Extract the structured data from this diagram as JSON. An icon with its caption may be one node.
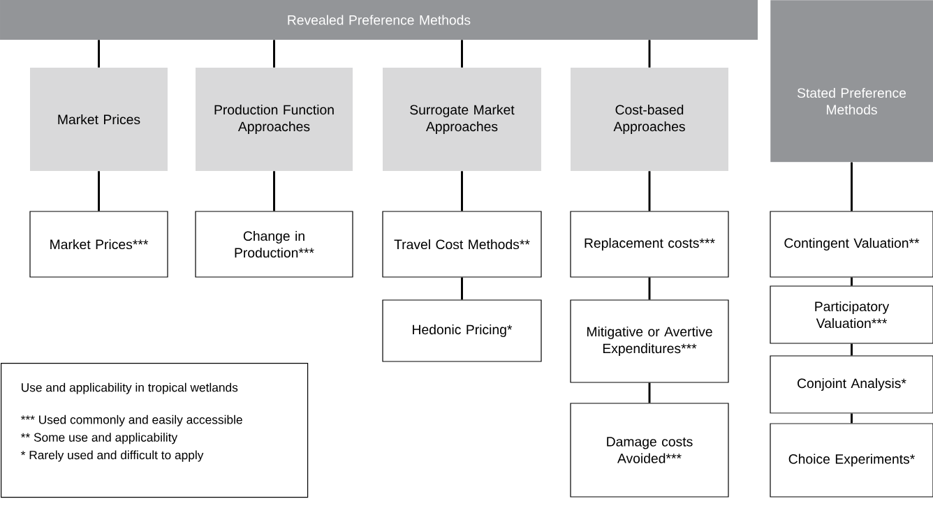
{
  "diagram": {
    "nodes": [
      {
        "text": [
          "Revealed Preference Methods"
        ]
      },
      {
        "text": [
          "Stated Preference Methods"
        ]
      },
      {
        "text": [
          "Market Prices"
        ]
      },
      {
        "text": [
          "Production Function Approaches"
        ]
      },
      {
        "text": [
          "Surrogate Market Approaches"
        ]
      },
      {
        "text": [
          "Cost-based Approaches"
        ]
      },
      {
        "text": [
          "Market Prices***"
        ]
      },
      {
        "text": [
          "Change in Production***"
        ]
      },
      {
        "text": [
          "Travel Cost Methods**"
        ]
      },
      {
        "text": [
          "Hedonic Pricing*"
        ]
      },
      {
        "text": [
          "Replacement costs***"
        ]
      },
      {
        "text": [
          "Mitigative or Avertive Expenditures***"
        ]
      },
      {
        "text": [
          "Damage costs Avoided***"
        ]
      },
      {
        "text": [
          "Contingent Valuation**"
        ]
      },
      {
        "text": [
          "Participatory Valuation***"
        ]
      },
      {
        "text": [
          "Conjoint Analysis*"
        ]
      },
      {
        "text": [
          "Choice Experiments*"
        ]
      },
      {
        "text": [
          "Use and applicability in tropical wetlands",
          "*** Used commonly and easily accessible",
          "** Some use and applicability",
          "* Rarely used and difficult to apply"
        ]
      }
    ],
    "edges": [
      {
        "from": 0,
        "to": 2,
        "arrow": "none"
      },
      {
        "from": 0,
        "to": 3,
        "arrow": "none"
      },
      {
        "from": 0,
        "to": 4,
        "arrow": "none"
      },
      {
        "from": 0,
        "to": 5,
        "arrow": "none"
      },
      {
        "from": 2,
        "to": 6,
        "arrow": "none"
      },
      {
        "from": 3,
        "to": 7,
        "arrow": "none"
      },
      {
        "from": 4,
        "to": 8,
        "arrow": "none"
      },
      {
        "from": 8,
        "to": 9,
        "arrow": "none"
      },
      {
        "from": 5,
        "to": 10,
        "arrow": "none"
      },
      {
        "from": 10,
        "to": 11,
        "arrow": "none"
      },
      {
        "from": 11,
        "to": 12,
        "arrow": "none"
      },
      {
        "from": 1,
        "to": 13,
        "arrow": "none"
      },
      {
        "from": 13,
        "to": 14,
        "arrow": "none"
      },
      {
        "from": 14,
        "to": 15,
        "arrow": "none"
      },
      {
        "from": 15,
        "to": 16,
        "arrow": "none"
      }
    ]
  }
}
